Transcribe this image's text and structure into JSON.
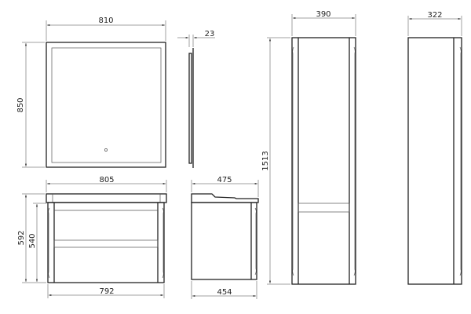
{
  "drawing": {
    "mirror": {
      "width": "810",
      "height": "850",
      "depth": "23"
    },
    "vanity": {
      "countertop_width": "805",
      "body_width": "792",
      "total_height": "592",
      "body_height": "540",
      "countertop_depth": "475",
      "body_depth": "454"
    },
    "tall_cabinet": {
      "width": "390",
      "height": "1513",
      "depth": "322"
    }
  },
  "colors": {
    "line": "#222222",
    "background": "#ffffff"
  }
}
